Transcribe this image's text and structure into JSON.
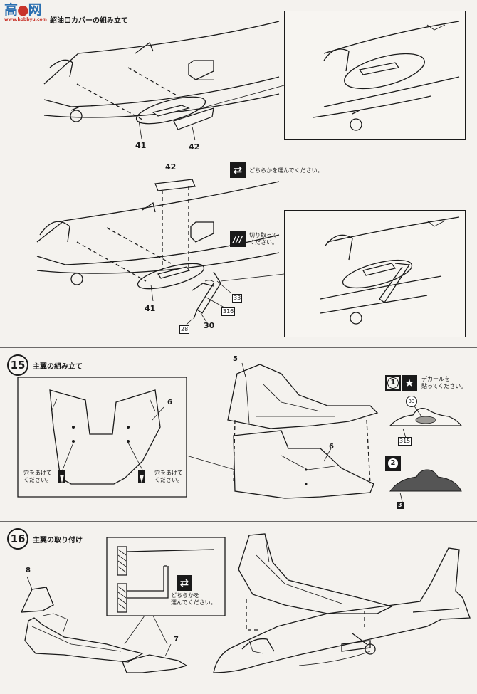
{
  "watermark": {
    "site": "www.hobbyu.com"
  },
  "step14b": {
    "title": "紹油口カバーの組み立て",
    "parts": {
      "p41a": "41",
      "p42a": "42",
      "p42b": "42",
      "p41b": "41",
      "p33": "33",
      "p316": "316",
      "p28": "28",
      "p30": "30"
    },
    "choose_note": "どちらかを選んでください。",
    "cut_note": "切り取って\nください。"
  },
  "step15": {
    "number": "15",
    "title": "主翼の組み立て",
    "parts": {
      "p5": "5",
      "p6a": "6",
      "p6b": "6",
      "p33": "33",
      "p315": "315",
      "p3": "3"
    },
    "hole_note_left": "穴をあけて\nください。",
    "hole_note_right": "穴をあけて\nください。",
    "option1_num": "1",
    "option2_num": "2",
    "decal_note": "デカールを\n貼ってください。"
  },
  "step16": {
    "number": "16",
    "title": "主翼の取り付け",
    "parts": {
      "p8": "8",
      "p7": "7"
    },
    "choose_note": "どちらかを\n選んでください。"
  }
}
